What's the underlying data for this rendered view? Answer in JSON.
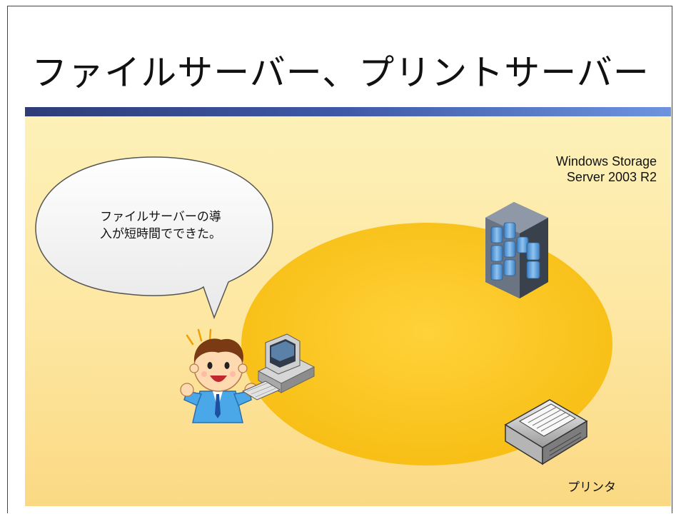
{
  "slide": {
    "title": "ファイルサーバー、プリントサーバー",
    "server_label_line1": "Windows Storage",
    "server_label_line2": "Server 2003 R2",
    "bubble_line1": "ファイルサーバーの導",
    "bubble_line2": "入が短時間でできた。",
    "printer_label": "プリンタ"
  },
  "colors": {
    "title_bar_dark": "#2e3c78",
    "title_bar_light": "#6d93df",
    "ellipse_fill": "#fdc520",
    "stage_background": "#fde6a0"
  },
  "icons": [
    "server-rack-icon",
    "desktop-computer-icon",
    "printer-icon",
    "person-icon",
    "speech-bubble"
  ]
}
